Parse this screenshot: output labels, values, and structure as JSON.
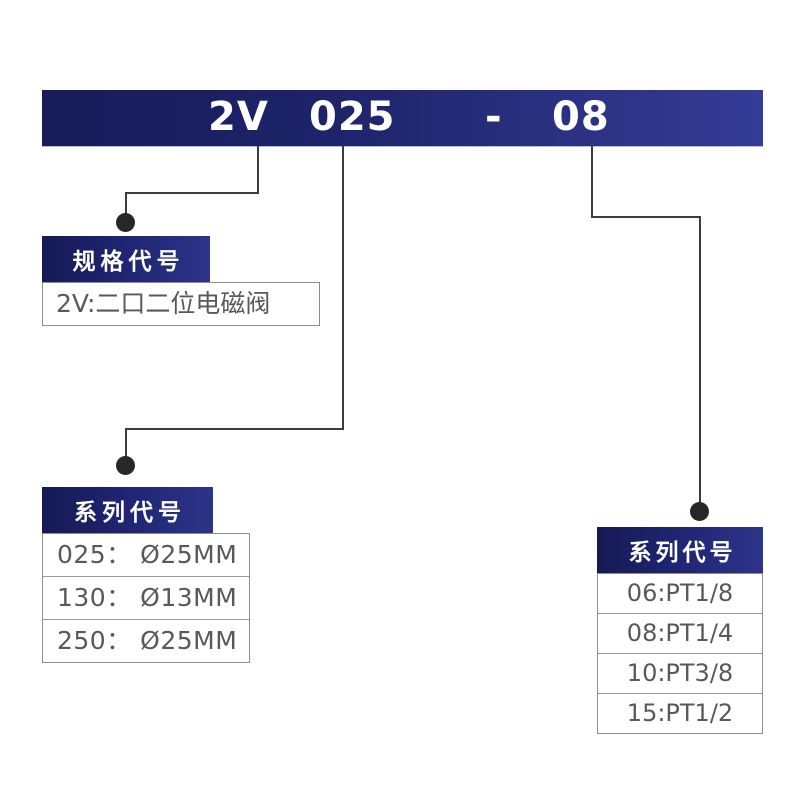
{
  "diagram": {
    "title": "Product model code breakdown",
    "colors": {
      "bar_dark": "#171c5a",
      "bar_light": "#353c95",
      "text_gray": "#59595b",
      "line": "#3c3c3c",
      "dot": "#272727"
    }
  },
  "code_bar": {
    "tokens": [
      {
        "name": "spec",
        "text": "2V"
      },
      {
        "name": "series",
        "text": "025"
      },
      {
        "name": "dash",
        "text": "-"
      },
      {
        "name": "port",
        "text": "08"
      }
    ],
    "full_code": "2V 025 - 08"
  },
  "boxes": [
    {
      "id": "spec",
      "header": "规格代号",
      "rows": [
        "2V:二口二位电磁阀"
      ]
    },
    {
      "id": "series",
      "header": "系列代号",
      "rows": [
        "025： Ø25MM",
        "130： Ø13MM",
        "250： Ø25MM"
      ]
    },
    {
      "id": "port",
      "header": "系列代号",
      "rows": [
        "06:PT1/8",
        "08:PT1/4",
        "10:PT3/8",
        "15:PT1/2"
      ]
    }
  ]
}
